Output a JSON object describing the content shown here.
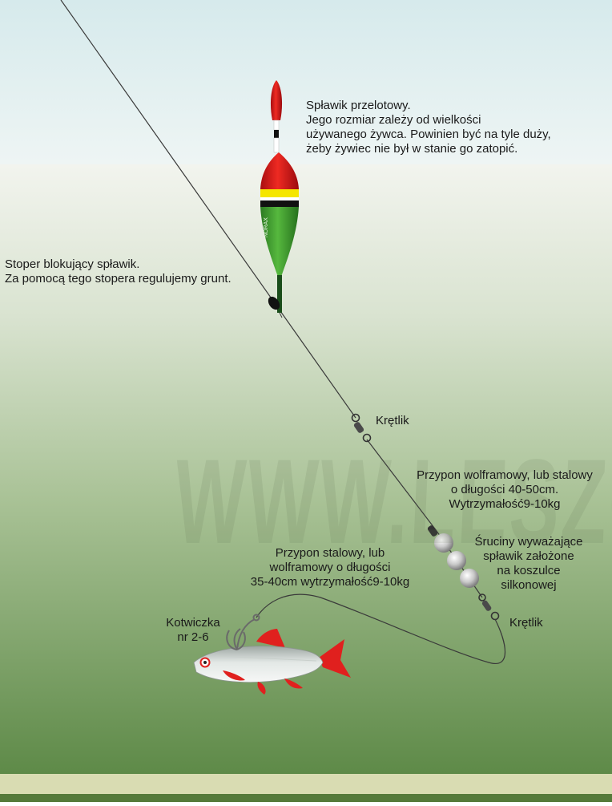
{
  "watermark": "WWW.LESZCZ.PL",
  "float": {
    "brand": "NORAX",
    "label_lines": [
      "Spławik przelotowy.",
      "Jego rozmiar zależy od wielkości",
      "używanego żywca. Powinien być na tyle duży,",
      "żeby żywiec nie był w stanie go zatopić."
    ]
  },
  "stopper": {
    "label_lines": [
      "Stoper blokujący spławik.",
      "Za pomocą tego stopera regulujemy grunt."
    ]
  },
  "swivel_top": {
    "label": "Krętlik"
  },
  "leader_tungsten": {
    "label_lines": [
      "Przypon wolframowy, lub stalowy",
      "o długości 40-50cm.",
      "Wytrzymałość9-10kg"
    ]
  },
  "shot": {
    "label_lines": [
      "Śruciny wyważające",
      "spławik założone",
      "na koszulce",
      "silkonowej"
    ]
  },
  "swivel_bottom": {
    "label": "Krętlik"
  },
  "leader_steel": {
    "label_lines": [
      "Przypon stalowy, lub",
      "wolframowy o długości",
      "35-40cm wytrzymałość9-10kg"
    ]
  },
  "treble_hook": {
    "label_lines": [
      "Kotwiczka",
      "nr 2-6"
    ]
  },
  "colors": {
    "sky": "#dfeeee",
    "water_top": "#eef2ea",
    "water_bottom": "#5e8a48",
    "bottom_sand": "#d9dcb2",
    "bottom_edge": "#557a3a",
    "float_red": "#d8141a",
    "float_green": "#3e9a2e",
    "float_yellow": "#f5e600",
    "fish_fin": "#e0201e",
    "shot_grey": "#c9c9c9"
  }
}
